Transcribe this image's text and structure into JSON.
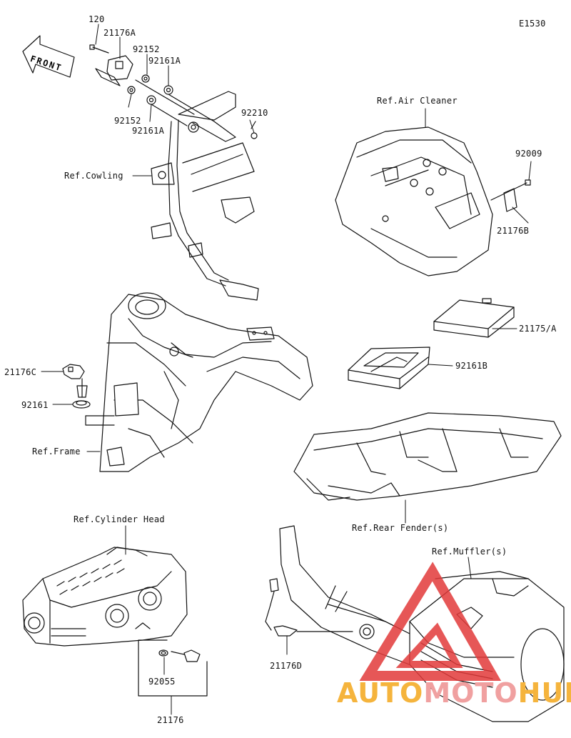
{
  "diagram_code": "E1530",
  "front_label": "FRONT",
  "labels": {
    "p120": "120",
    "p21176A": "21176A",
    "p92152_a": "92152",
    "p92161A_a": "92161A",
    "p92152_b": "92152",
    "p92161A_b": "92161A",
    "p92210": "92210",
    "ref_cowling": "Ref.Cowling",
    "ref_air_cleaner": "Ref.Air Cleaner",
    "p92009": "92009",
    "p21176B": "21176B",
    "p21175A": "21175/A",
    "p92161B": "92161B",
    "p21176C": "21176C",
    "p92161": "92161",
    "ref_frame": "Ref.Frame",
    "ref_rear_fender": "Ref.Rear Fender(s)",
    "ref_cylinder_head": "Ref.Cylinder Head",
    "ref_muffler": "Ref.Muffler(s)",
    "p92055": "92055",
    "p21176D": "21176D",
    "p21176": "21176"
  },
  "watermark": {
    "part1": "AUTO",
    "part2": "MOTO",
    "part3": "HUB",
    "triangle_color": "#e23a3a",
    "text_color": "#f5b43d"
  }
}
